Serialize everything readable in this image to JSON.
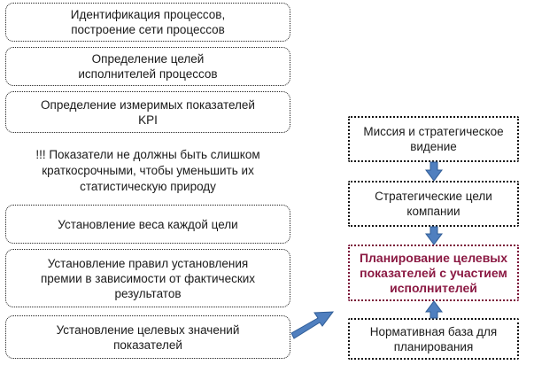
{
  "left_steps": [
    "Идентификация процессов,\nпостроение сети процессов",
    "Определение целей\nисполнителей процессов",
    "Определение измеримых показателей\nKPI",
    "Установление веса каждой цели",
    "Установление правил установления\nпремии в зависимости от фактических\nрезультатов",
    "Установление целевых значений\nпоказателей"
  ],
  "note": "!!! Показатели не должны быть слишком\nкраткосрочными, чтобы уменьшить их\nстатистическую природу",
  "right_steps": [
    "Миссия и стратегическое\nвидение",
    "Стратегические цели\nкомпании",
    "Планирование целевых\nпоказателей с участием\nисполнителей",
    "Нормативная база для\nпланирования"
  ],
  "colors": {
    "arrow_fill": "#4f7fbf",
    "arrow_stroke": "#2f5c96",
    "highlight_text": "#8b1a43"
  }
}
